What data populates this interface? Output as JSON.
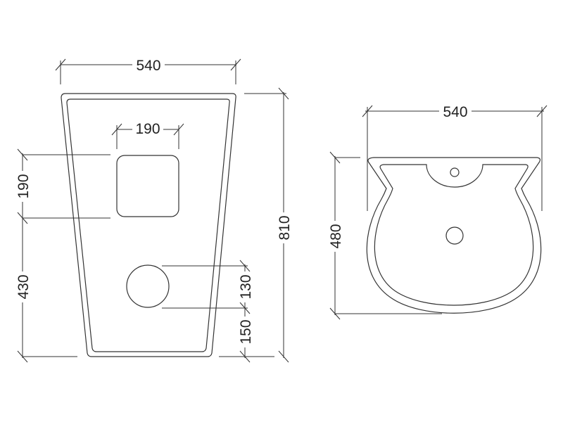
{
  "drawing": {
    "type": "technical-dimension-drawing",
    "line_color": "#333333",
    "background": "#ffffff",
    "front_view": {
      "name": "pedestal-basin-front-view",
      "dimensions": {
        "overall_width": "540",
        "overall_height": "810",
        "cutout_width": "190",
        "cutout_height": "190",
        "cutout_to_floor": "430",
        "hole_diameter": "130",
        "hole_to_floor": "150"
      }
    },
    "top_view": {
      "name": "basin-top-view",
      "dimensions": {
        "width": "540",
        "depth": "480"
      }
    }
  }
}
